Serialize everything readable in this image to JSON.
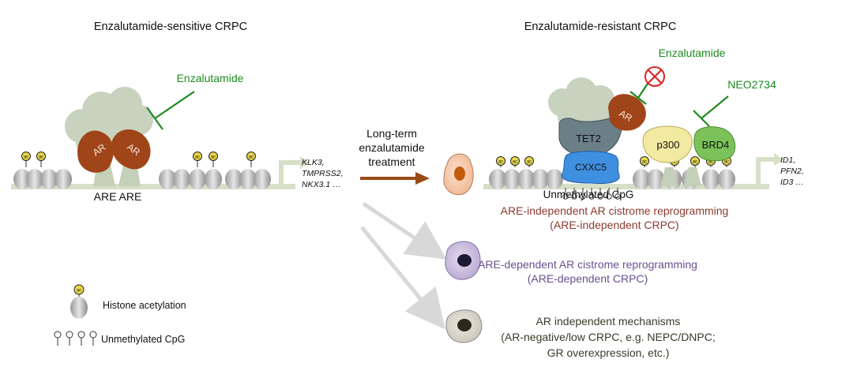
{
  "left_panel": {
    "title": "Enzalutamide-sensitive CRPC",
    "drug_label": "Enzalutamide",
    "ar_left": "AR",
    "ar_right": "AR",
    "are_label": "ARE ARE",
    "target_genes": [
      "KLK3,",
      "TMPRSS2,",
      "NKX3.1 …"
    ]
  },
  "treatment": {
    "lines": [
      "Long-term",
      "enzalutamide",
      "treatment"
    ]
  },
  "right_panel": {
    "title": "Enzalutamide-resistant CRPC",
    "drug_label": "Enzalutamide",
    "inhibitor_label": "NEO2734",
    "ar": "AR",
    "tet2": "TET2",
    "cxxc5": "CXXC5",
    "p300": "p300",
    "brd4": "BRD4",
    "unmethylated_label": "Unmethylated CpG",
    "target_genes": [
      "ID1,",
      "PFN2,",
      "ID3 …"
    ]
  },
  "outcomes": [
    {
      "lines": [
        "ARE-independent AR cistrome reprogramming",
        "(ARE-independent CRPC)"
      ],
      "color": "#8b3a2f"
    },
    {
      "lines": [
        "ARE-dependent AR cistrome reprogramming",
        "(ARE-dependent CRPC)"
      ],
      "color": "#6b4f8f"
    },
    {
      "lines": [
        "AR independent mechanisms",
        "(AR-negative/low CRPC, e.g. NEPC/DNPC;",
        "GR overexpression, etc.)"
      ],
      "color": "#3a3a2a"
    }
  ],
  "legend": {
    "histone": "Histone acetylation",
    "cpg": "Unmethylated CpG",
    "ac_mark": "ac"
  },
  "colors": {
    "drug_green": "#1f8a1f",
    "ar_brown": "#a0441a",
    "arrow_brown": "#9a4a14",
    "gray_arrow": "#d8d8d8",
    "tet2": "#6b7f86",
    "cxxc5": "#3f8fe0",
    "p300": "#f2eaa0",
    "brd4": "#7cc25a",
    "cloud": "#c8d3bf",
    "dna": "#d6dfc8",
    "ac_yellow": "#e8d84a"
  }
}
